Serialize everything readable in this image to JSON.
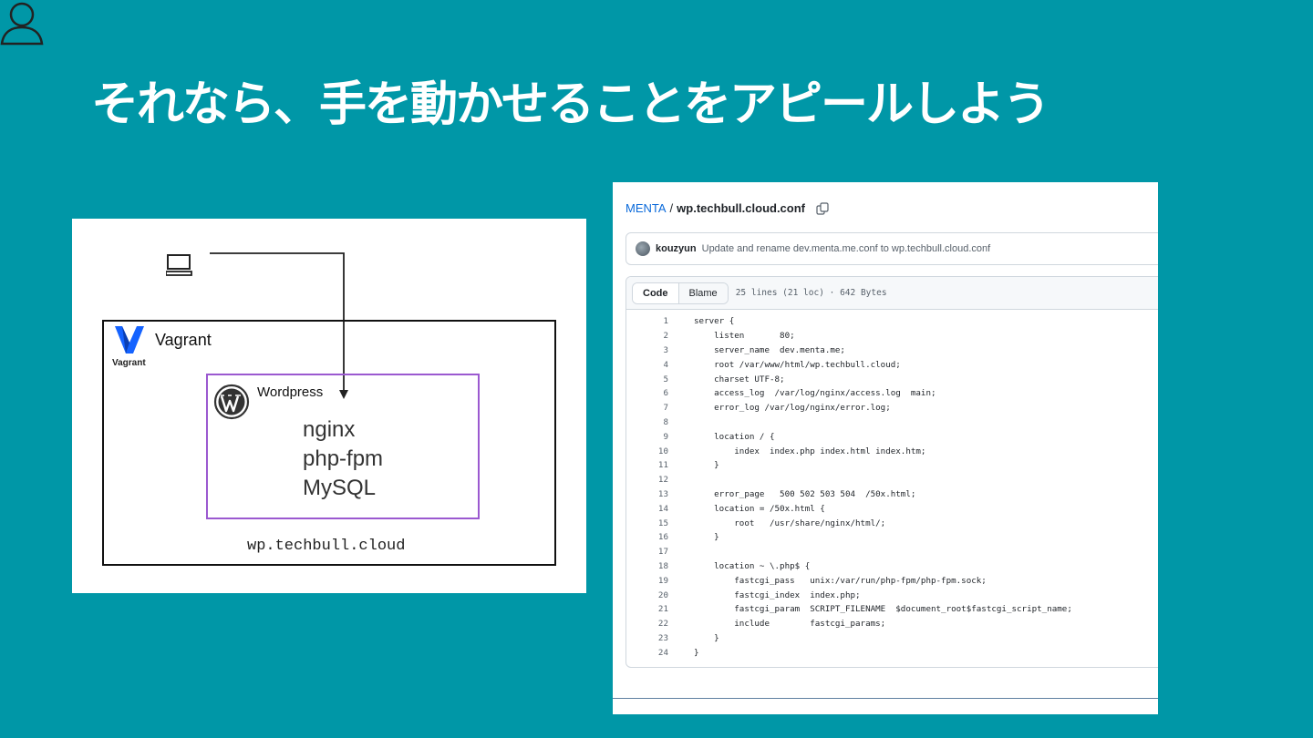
{
  "slide": {
    "title": "それなら、手を動かせることをアピールしよう"
  },
  "diagram": {
    "vagrant_label": "Vagrant",
    "vagrant_logo_text": "Vagrant",
    "wordpress_label": "Wordpress",
    "stack": [
      "nginx",
      "php-fpm",
      "MySQL"
    ],
    "domain": "wp.techbull.cloud",
    "colors": {
      "box_border": "#111111",
      "wp_border": "#9b59d0",
      "vagrant_logo": "#1563ff"
    }
  },
  "code_view": {
    "breadcrumb": {
      "repo": "MENTA",
      "separator": "/",
      "file": "wp.techbull.cloud.conf"
    },
    "commit": {
      "author": "kouzyun",
      "message": "Update and rename dev.menta.me.conf to wp.techbull.cloud.conf"
    },
    "toolbar": {
      "code_tab": "Code",
      "blame_tab": "Blame",
      "meta": "25 lines (21 loc) · 642 Bytes"
    },
    "lines": [
      {
        "n": "1",
        "t": "server {"
      },
      {
        "n": "2",
        "t": "    listen       80;"
      },
      {
        "n": "3",
        "t": "    server_name  dev.menta.me;"
      },
      {
        "n": "4",
        "t": "    root /var/www/html/wp.techbull.cloud;"
      },
      {
        "n": "5",
        "t": "    charset UTF-8;"
      },
      {
        "n": "6",
        "t": "    access_log  /var/log/nginx/access.log  main;"
      },
      {
        "n": "7",
        "t": "    error_log /var/log/nginx/error.log;"
      },
      {
        "n": "8",
        "t": ""
      },
      {
        "n": "9",
        "t": "    location / {"
      },
      {
        "n": "10",
        "t": "        index  index.php index.html index.htm;"
      },
      {
        "n": "11",
        "t": "    }"
      },
      {
        "n": "12",
        "t": ""
      },
      {
        "n": "13",
        "t": "    error_page   500 502 503 504  /50x.html;"
      },
      {
        "n": "14",
        "t": "    location = /50x.html {"
      },
      {
        "n": "15",
        "t": "        root   /usr/share/nginx/html/;"
      },
      {
        "n": "16",
        "t": "    }"
      },
      {
        "n": "17",
        "t": ""
      },
      {
        "n": "18",
        "t": "    location ~ \\.php$ {"
      },
      {
        "n": "19",
        "t": "        fastcgi_pass   unix:/var/run/php-fpm/php-fpm.sock;"
      },
      {
        "n": "20",
        "t": "        fastcgi_index  index.php;"
      },
      {
        "n": "21",
        "t": "        fastcgi_param  SCRIPT_FILENAME  $document_root$fastcgi_script_name;"
      },
      {
        "n": "22",
        "t": "        include        fastcgi_params;"
      },
      {
        "n": "23",
        "t": "    }"
      },
      {
        "n": "24",
        "t": "}"
      }
    ]
  }
}
